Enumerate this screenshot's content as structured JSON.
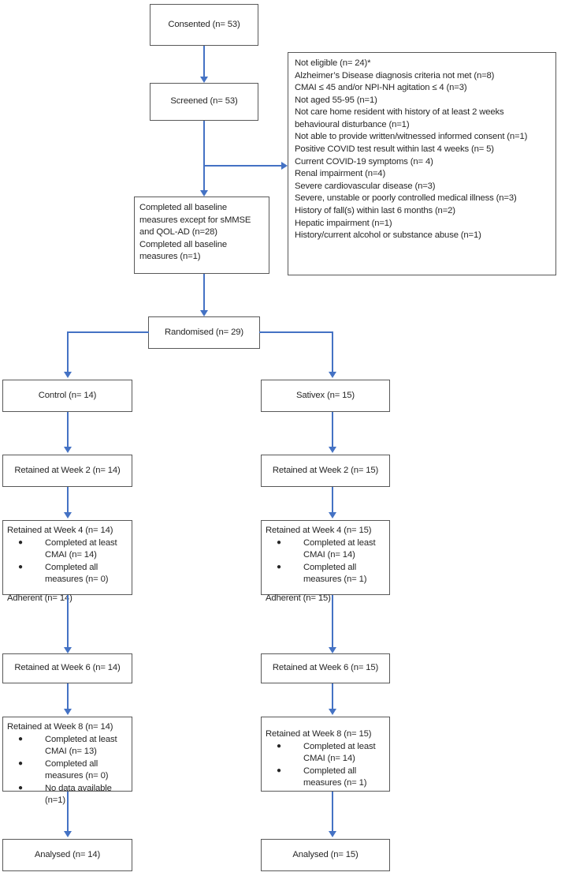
{
  "diagram": {
    "type": "consort-flow-diagram",
    "accent_color": "#4472C4",
    "box_border_color": "#595959",
    "text_color": "#262626",
    "background_color": "#ffffff"
  },
  "nodes": {
    "consented": {
      "label": "Consented (n= 53)"
    },
    "screened": {
      "label": "Screened (n= 53)"
    },
    "not_eligible": {
      "title": "Not eligible (n= 24)*",
      "reasons": [
        "Alzheimer’s Disease diagnosis criteria not met (n=8)",
        "CMAI ≤ 45 and/or NPI-NH agitation ≤ 4 (n=3)",
        "Not aged 55-95 (n=1)",
        "Not care home resident with history of at least 2 weeks behavioural disturbance (n=1)",
        "Not able to provide written/witnessed informed consent (n=1)",
        "Positive COVID test result within last 4 weeks (n= 5)",
        "Current COVID-19 symptoms (n= 4)",
        "Renal impairment (n=4)",
        "Severe cardiovascular disease (n=3)",
        "Severe, unstable or poorly controlled medical illness (n=3)",
        "History of fall(s) within last 6 months (n=2)",
        "Hepatic impairment (n=1)",
        "History/current alcohol or substance abuse (n=1)"
      ]
    },
    "baseline": {
      "lines": [
        "Completed all baseline measures except for sMMSE and QOL-AD (n=28)",
        "Completed all baseline measures (n=1)"
      ]
    },
    "randomised": {
      "label": "Randomised (n= 29)"
    },
    "control": {
      "arm_label": "Control (n= 14)",
      "week2": "Retained at Week 2 (n= 14)",
      "week4": {
        "title": "Retained at Week 4 (n= 14)",
        "bullets": [
          "Completed at least CMAI (n= 14)",
          "Completed all measures (n= 0)"
        ],
        "footer": "Adherent (n= 14)"
      },
      "week6": "Retained at Week 6 (n= 14)",
      "week8": {
        "title": "Retained at Week 8 (n= 14)",
        "bullets": [
          "Completed at least CMAI (n= 13)",
          "Completed all measures (n= 0)",
          "No data available (n=1)"
        ]
      },
      "analysed": "Analysed (n= 14)"
    },
    "sativex": {
      "arm_label": "Sativex (n= 15)",
      "week2": "Retained at Week 2 (n= 15)",
      "week4": {
        "title": "Retained at Week 4 (n= 15)",
        "bullets": [
          "Completed at least CMAI (n= 14)",
          "Completed all measures (n= 1)"
        ],
        "footer": "Adherent (n= 15)"
      },
      "week6": "Retained at Week 6 (n= 15)",
      "week8": {
        "title": "Retained at Week 8 (n= 15)",
        "bullets": [
          "Completed at least CMAI (n= 14)",
          "Completed all measures (n= 1)"
        ]
      },
      "analysed": "Analysed (n= 15)"
    }
  },
  "bullet_glyph": "●"
}
